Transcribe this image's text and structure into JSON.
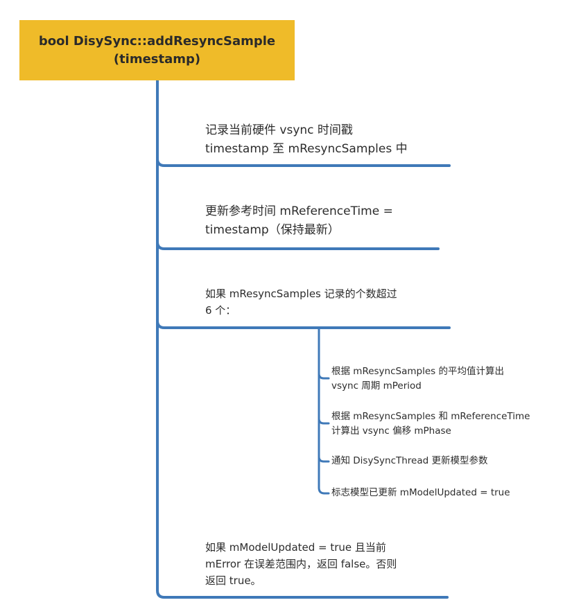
{
  "root": {
    "title_line1": "bool DisySync::addResyncSample",
    "title_line2": "(timestamp)"
  },
  "nodes": [
    {
      "lines": [
        "记录当前硬件 vsync 时间戳",
        "timestamp 至 mResyncSamples 中"
      ]
    },
    {
      "lines": [
        "更新参考时间 mReferenceTime =",
        "timestamp（保持最新）"
      ]
    },
    {
      "lines": [
        "如果 mResyncSamples 记录的个数超过",
        "6 个："
      ],
      "children": [
        {
          "lines": [
            "根据 mResyncSamples 的平均值计算出",
            "vsync 周期 mPeriod"
          ]
        },
        {
          "lines": [
            "根据 mResyncSamples 和 mReferenceTime",
            "计算出 vsync 偏移 mPhase"
          ]
        },
        {
          "lines": [
            "通知 DisySyncThread 更新模型参数"
          ]
        },
        {
          "lines": [
            "标志模型已更新 mModelUpdated = true"
          ]
        }
      ]
    },
    {
      "lines": [
        "如果 mModelUpdated = true 且当前",
        "mError 在误差范围内，返回 false。否则",
        "返回 true。"
      ]
    }
  ],
  "colors": {
    "root_fill": "#efbb29",
    "line": "#3f79b8",
    "text": "#2c2c2c"
  }
}
